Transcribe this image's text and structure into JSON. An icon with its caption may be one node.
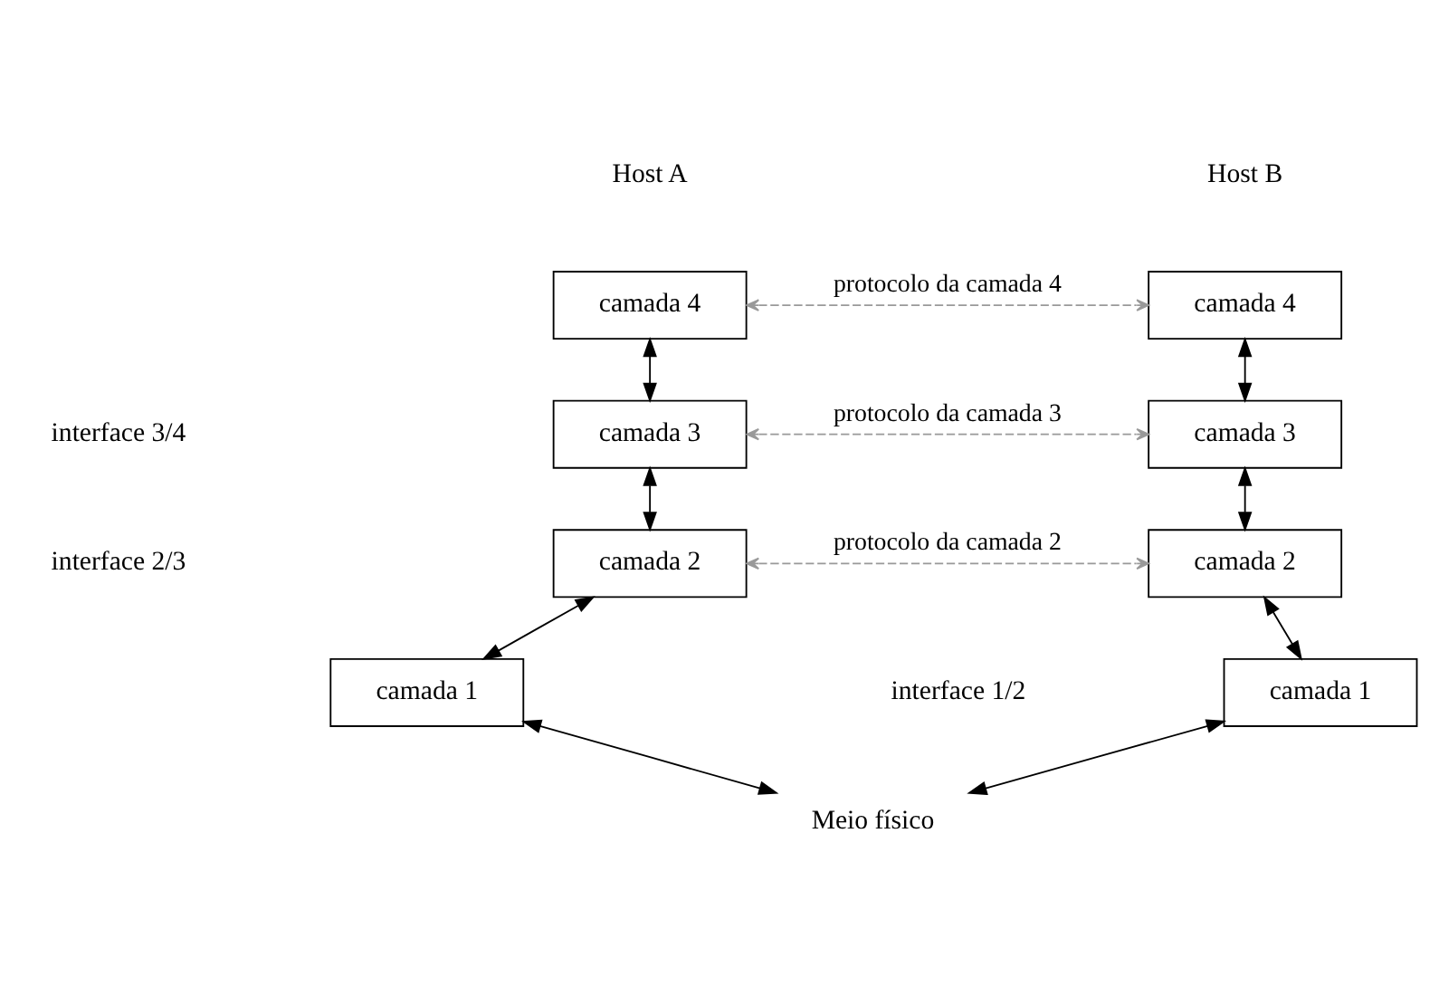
{
  "diagram": {
    "nodes": [
      {
        "text": [
          "camada 4"
        ]
      },
      {
        "text": [
          "camada 4"
        ]
      },
      {
        "text": [
          "camada 3"
        ]
      },
      {
        "text": [
          "camada 3"
        ]
      },
      {
        "text": [
          "camada 2"
        ]
      },
      {
        "text": [
          "camada 2"
        ]
      },
      {
        "text": [
          "camada 1"
        ]
      },
      {
        "text": [
          "camada 1"
        ]
      },
      {
        "text": [
          "Meio físico"
        ]
      }
    ],
    "edges": [
      {
        "from": 0,
        "to": 1,
        "arrow": "both",
        "label": "protocolo da camada 4",
        "style": "dashed",
        "color": "#999999"
      },
      {
        "from": 0,
        "to": 2,
        "arrow": "both"
      },
      {
        "from": 1,
        "to": 3,
        "arrow": "both"
      },
      {
        "from": 2,
        "to": 3,
        "arrow": "both",
        "label": "protocolo da camada 3",
        "style": "dashed",
        "color": "#999999"
      },
      {
        "from": 2,
        "to": 4,
        "arrow": "both"
      },
      {
        "from": 3,
        "to": 5,
        "arrow": "both"
      },
      {
        "from": 4,
        "to": 5,
        "arrow": "both",
        "label": "protocolo da camada 2",
        "style": "dashed",
        "color": "#999999"
      },
      {
        "from": 4,
        "to": 6,
        "arrow": "both"
      },
      {
        "from": 5,
        "to": 7,
        "arrow": "both"
      },
      {
        "from": 6,
        "to": 8,
        "arrow": "both"
      },
      {
        "from": 7,
        "to": 8,
        "arrow": "both"
      }
    ],
    "labels": [
      "Host A",
      "Host B",
      "interface 3/4",
      "interface 2/3",
      "interface 1/2"
    ]
  }
}
